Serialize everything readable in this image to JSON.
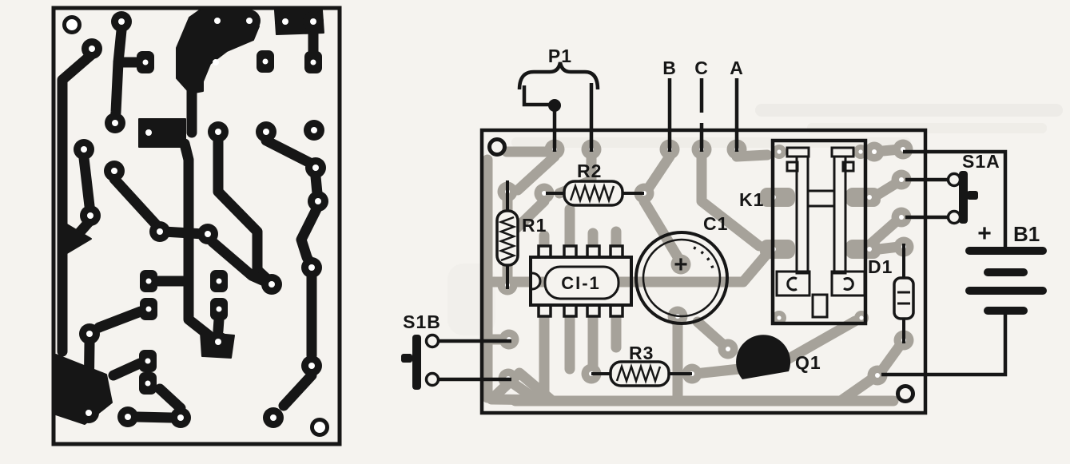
{
  "figure": {
    "type": "pcb-layout-and-component-placement-diagram",
    "colors": {
      "ink": "#161616",
      "trace": "#a6a29a",
      "paper": "#f5f3ef"
    },
    "labels": {
      "p1": "P1",
      "term_b": "B",
      "term_c": "C",
      "term_a": "A",
      "r1": "R1",
      "r2": "R2",
      "r3": "R3",
      "ci1": "CI-1",
      "c1": "C1",
      "c1_plus": "+",
      "k1": "K1",
      "d1": "D1",
      "q1": "Q1",
      "s1a": "S1A",
      "s1b": "S1B",
      "b1": "B1",
      "b1_plus": "+"
    }
  }
}
